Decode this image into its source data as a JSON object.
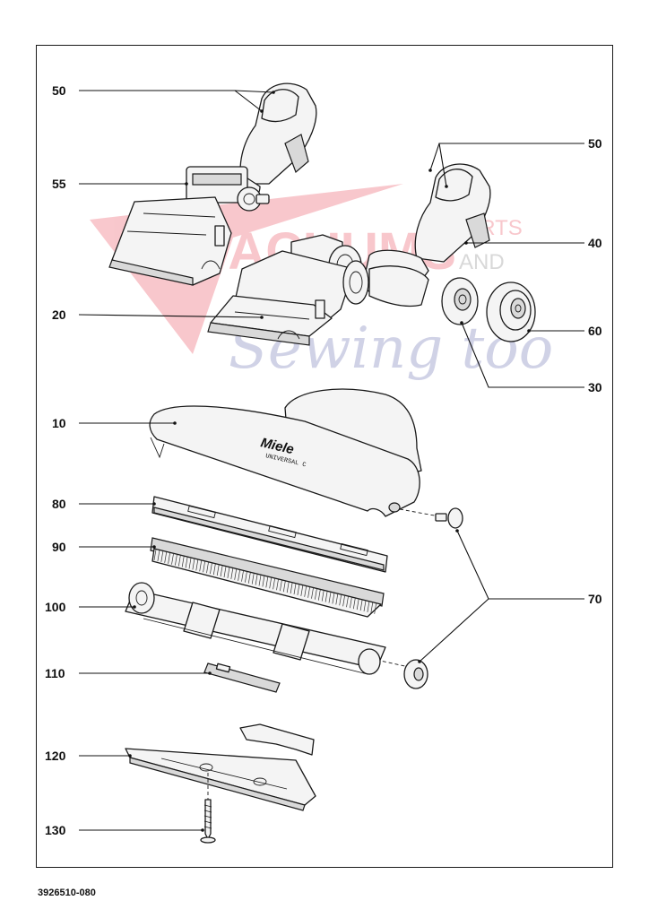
{
  "diagram": {
    "brand_label": "Miele",
    "model_label": "UNIVERSAL C",
    "document_number": "3926510-080",
    "watermark": {
      "line1": "VACUUMS",
      "line2": "PARTS",
      "line3": "AND",
      "line4": "Sewing too",
      "color": "#e8384a",
      "script_color": "#5b5fa8"
    },
    "callouts": [
      {
        "id": "c50a",
        "label": "50"
      },
      {
        "id": "c55",
        "label": "55"
      },
      {
        "id": "c20",
        "label": "20"
      },
      {
        "id": "c10",
        "label": "10"
      },
      {
        "id": "c80",
        "label": "80"
      },
      {
        "id": "c90",
        "label": "90"
      },
      {
        "id": "c100",
        "label": "100"
      },
      {
        "id": "c110",
        "label": "110"
      },
      {
        "id": "c120",
        "label": "120"
      },
      {
        "id": "c130",
        "label": "130"
      },
      {
        "id": "c50b",
        "label": "50"
      },
      {
        "id": "c40",
        "label": "40"
      },
      {
        "id": "c60",
        "label": "60"
      },
      {
        "id": "c30",
        "label": "30"
      },
      {
        "id": "c70",
        "label": "70"
      }
    ]
  }
}
